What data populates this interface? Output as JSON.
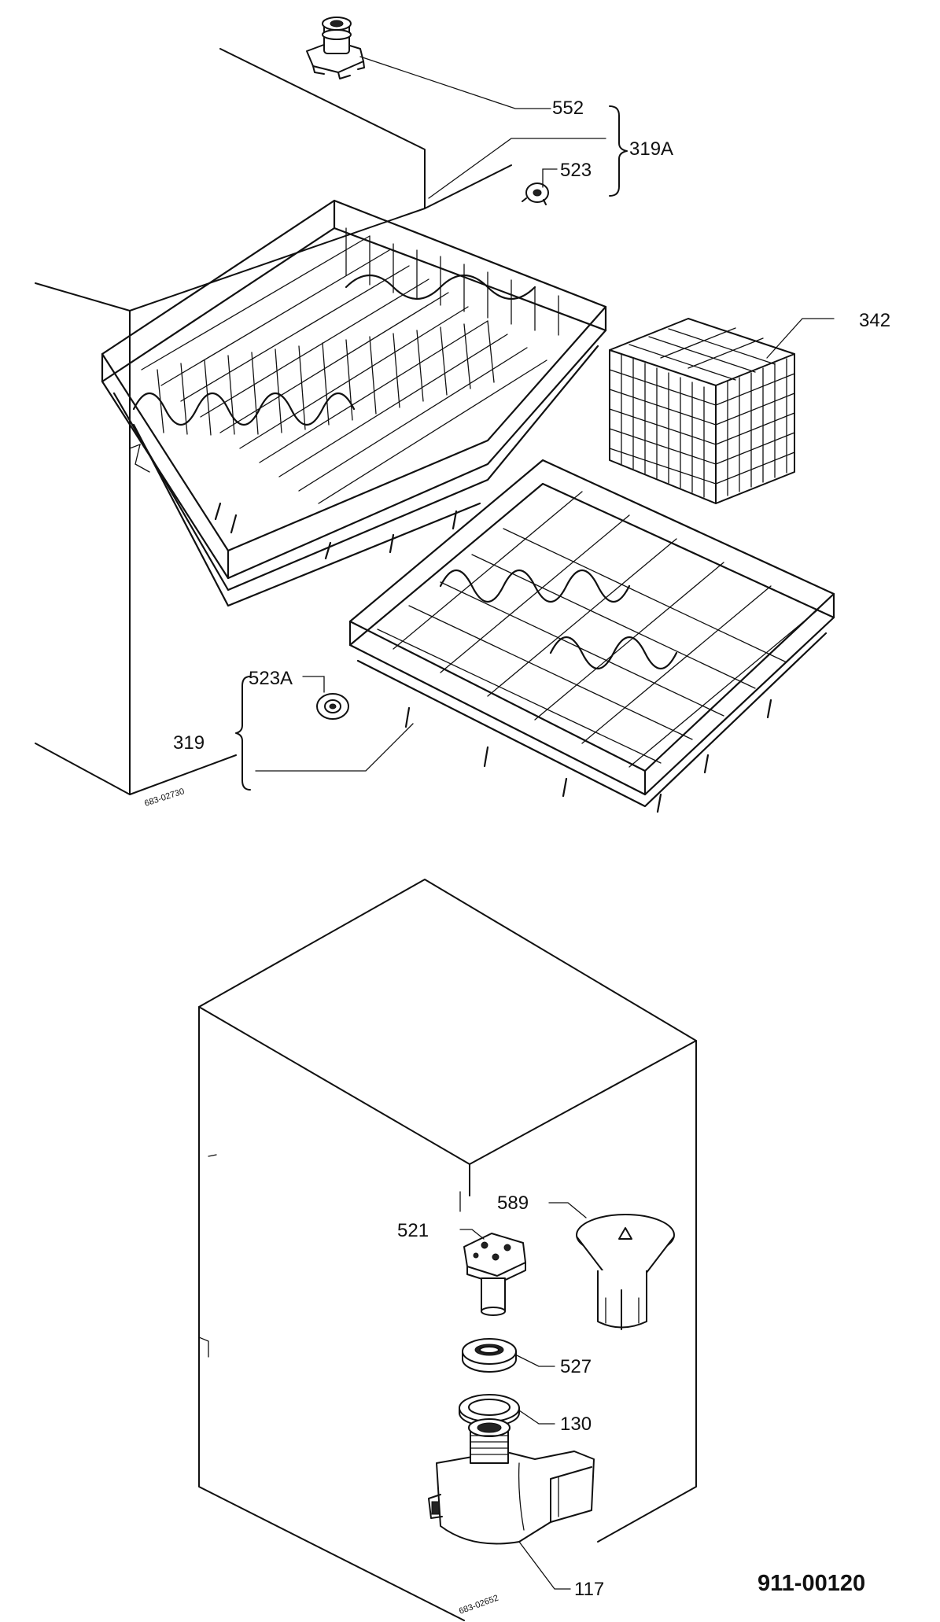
{
  "document_number": "911-00120",
  "upper_view": {
    "drawing_ref": "683-02730",
    "parts": {
      "p552": "552",
      "p319A": "319A",
      "p523": "523",
      "p342": "342",
      "p523A": "523A",
      "p319": "319"
    }
  },
  "lower_view": {
    "drawing_ref": "683-02652",
    "parts": {
      "p589": "589",
      "p521": "521",
      "p527": "527",
      "p130": "130",
      "p117": "117"
    }
  }
}
